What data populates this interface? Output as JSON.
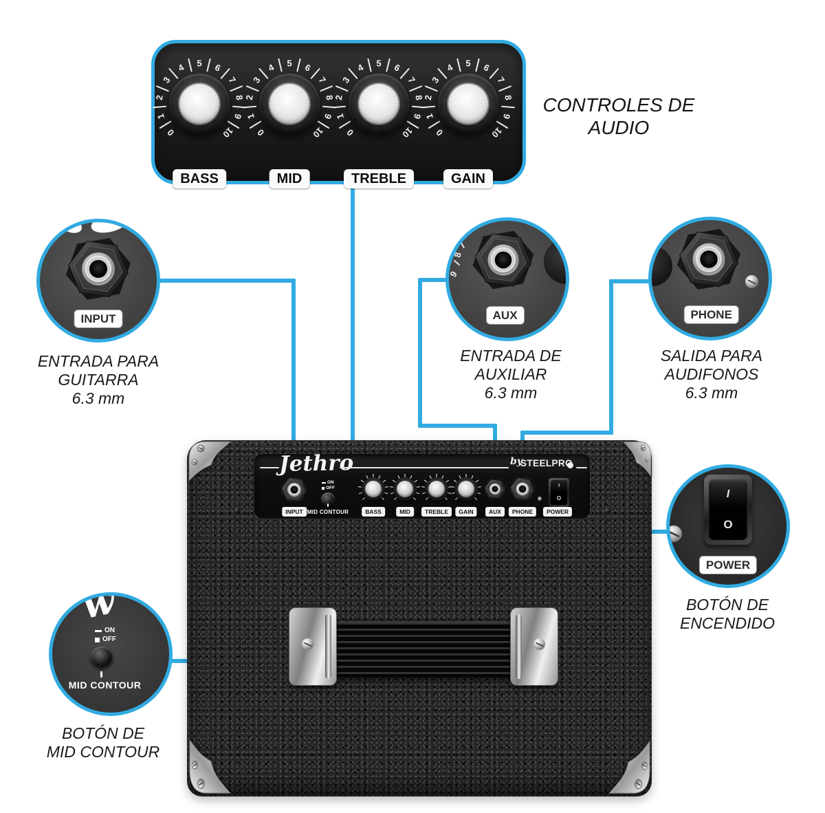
{
  "accent_color": "#31ABE1",
  "title": {
    "lines": [
      "CONTROLES DE",
      "AUDIO"
    ]
  },
  "knob_panel": {
    "scale_numbers": [
      "0",
      "1",
      "2",
      "3",
      "4",
      "5",
      "6",
      "7",
      "8",
      "9",
      "10"
    ],
    "knobs": [
      {
        "label": "BASS"
      },
      {
        "label": "MID"
      },
      {
        "label": "TREBLE"
      },
      {
        "label": "GAIN"
      }
    ]
  },
  "callouts": {
    "input": {
      "jack_label": "INPUT",
      "caption_lines": [
        "ENTRADA PARA",
        "GUITARRA",
        "6.3 mm"
      ]
    },
    "aux": {
      "jack_label": "AUX",
      "caption_lines": [
        "ENTRADA DE",
        "AUXILIAR",
        "6.3 mm"
      ],
      "scale_fragments": [
        "8",
        "9"
      ]
    },
    "phone": {
      "jack_label": "PHONE",
      "caption_lines": [
        "SALIDA PARA",
        "AUDIFONOS",
        "6.3 mm"
      ]
    },
    "power": {
      "jack_label": "POWER",
      "caption_lines": [
        "BOTÓN DE",
        "ENCENDIDO"
      ],
      "switch_on": "I",
      "switch_off": "O"
    },
    "mid_contour": {
      "label": "MID CONTOUR",
      "caption_lines": [
        "BOTÓN DE",
        "MID CONTOUR"
      ],
      "legend_on": "ON",
      "legend_off": "OFF"
    }
  },
  "amp": {
    "brand": "Jethro",
    "by_text": "by",
    "maker": "STEELPRO",
    "panel_labels": {
      "input": "INPUT",
      "mid_contour": "MID CONTOUR",
      "bass": "BASS",
      "mid": "MID",
      "treble": "TREBLE",
      "gain": "GAIN",
      "aux": "AUX",
      "phone": "PHONE",
      "power": "POWER",
      "legend_on": "ON",
      "legend_off": "OFF",
      "power_on": "I",
      "power_off": "O"
    }
  }
}
